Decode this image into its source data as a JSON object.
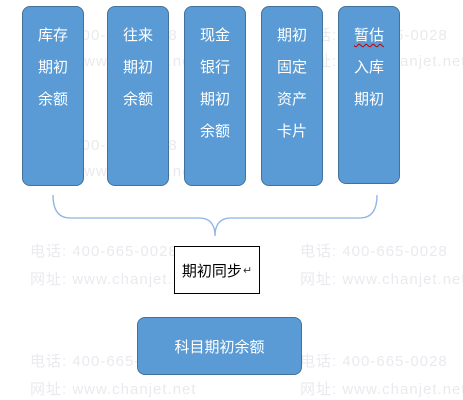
{
  "watermark": {
    "lines": [
      "电话: 400-665-0028",
      "网址: www.chanjet.net"
    ]
  },
  "sources": [
    {
      "lines": [
        "库存",
        "期初",
        "余额"
      ]
    },
    {
      "lines": [
        "往来",
        "期初",
        "余额"
      ]
    },
    {
      "lines": [
        "现金",
        "银行",
        "期初",
        "余额"
      ]
    },
    {
      "lines": [
        "期初",
        "固定",
        "资产",
        "卡片"
      ]
    },
    {
      "lines": [
        "暂估",
        "入库",
        "期初"
      ]
    }
  ],
  "sync": {
    "label": "期初同步",
    "return_mark": "↵"
  },
  "target": {
    "label": "科目期初余额"
  },
  "colors": {
    "box_fill": "#5b9bd5",
    "box_border": "#41719c",
    "brace": "#8eb4e3"
  }
}
